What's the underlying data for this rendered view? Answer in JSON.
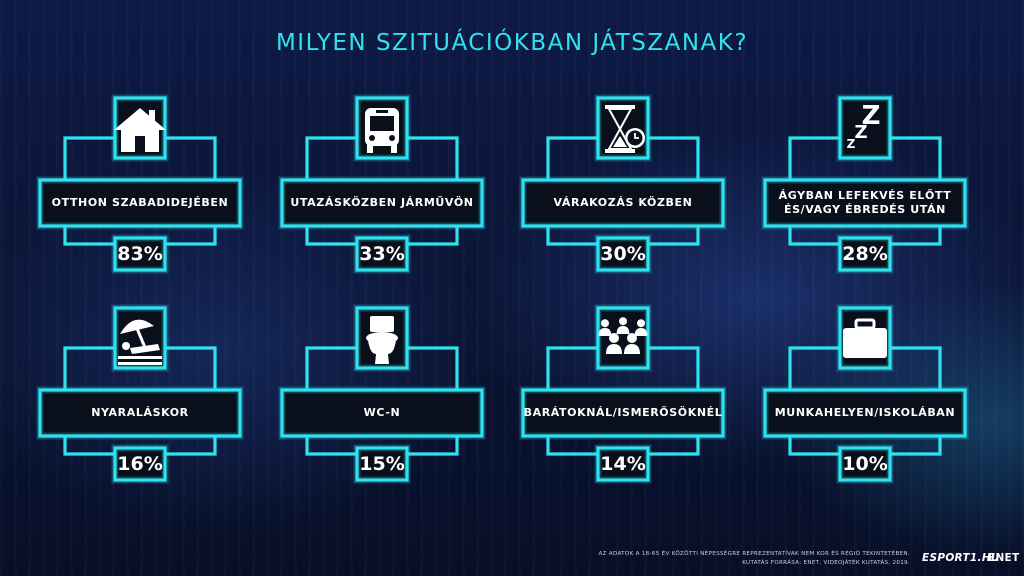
{
  "title": "MILYEN SZITUÁCIÓKBAN JÁTSZANAK?",
  "chart_data": {
    "type": "bar",
    "title": "MILYEN SZITUÁCIÓKBAN JÁTSZANAK?",
    "categories": [
      "OTTHON SZABADIDEJÉBEN",
      "UTAZÁSKÖZBEN JÁRMŰVÖN",
      "VÁRAKOZÁS KÖZBEN",
      "ÁGYBAN LEFEKVÉS ELŐTT ÉS/VAGY ÉBREDÉS UTÁN",
      "NYARALÁSKOR",
      "WC-N",
      "BARÁTOKNÁL/ISMERŐSÖKNÉL",
      "MUNKAHELYEN/ISKOLÁBAN"
    ],
    "values": [
      83,
      33,
      30,
      28,
      16,
      15,
      14,
      10
    ],
    "value_labels": [
      "83%",
      "33%",
      "30%",
      "28%",
      "16%",
      "15%",
      "14%",
      "10%"
    ],
    "grid": false
  },
  "tiles": [
    {
      "label_lines": [
        "OTTHON SZABADIDEJÉBEN"
      ],
      "icon": "home-icon"
    },
    {
      "label_lines": [
        "UTAZÁSKÖZBEN JÁRMŰVÖN"
      ],
      "icon": "bus-icon"
    },
    {
      "label_lines": [
        "VÁRAKOZÁS KÖZBEN"
      ],
      "icon": "hourglass-icon"
    },
    {
      "label_lines": [
        "ÁGYBAN LEFEKVÉS ELŐTT",
        "ÉS/VAGY ÉBREDÉS UTÁN"
      ],
      "icon": "sleep-zzz-icon"
    },
    {
      "label_lines": [
        "NYARALÁSKOR"
      ],
      "icon": "beach-umbrella-icon"
    },
    {
      "label_lines": [
        "WC-N"
      ],
      "icon": "toilet-icon"
    },
    {
      "label_lines": [
        "BARÁTOKNÁL/ISMERŐSÖKNÉL"
      ],
      "icon": "group-icon"
    },
    {
      "label_lines": [
        "MUNKAHELYEN/ISKOLÁBAN"
      ],
      "icon": "briefcase-icon"
    }
  ],
  "icon_text": {
    "sleep": "ZZZ"
  },
  "footnote": {
    "line1": "AZ ADATOK A 18-65 ÉV KÖZÖTTI NÉPESSÉGRE REPREZENTATÍVAK NEM KOR ÉS RÉGIÓ TEKINTETÉBEN.",
    "line2": "KUTATÁS FORRÁSA: ENET, VIDEOJÁTÉK KUTATÁS, 2019."
  },
  "brands": {
    "esport": "ESPORT1.HU",
    "enet": "ENET"
  },
  "colors": {
    "accent": "#2ee3f0",
    "label_bg": "#0a0f1c",
    "text": "#ffffff"
  }
}
